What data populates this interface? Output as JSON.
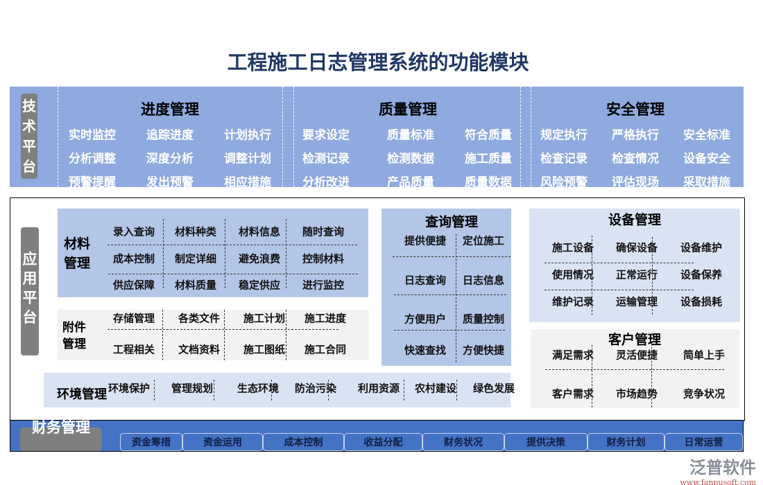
{
  "title": "工程施工日志管理系统的功能模块",
  "tech_platform": {
    "label": "技术平台",
    "modules": [
      {
        "title": "进度管理",
        "items": [
          "实时监控",
          "追踪进度",
          "计划执行",
          "分析调整",
          "深度分析",
          "调整计划",
          "预警提醒",
          "发出预警",
          "相应措施"
        ]
      },
      {
        "title": "质量管理",
        "items": [
          "要求设定",
          "质量标准",
          "符合质量",
          "检测记录",
          "检测数据",
          "施工质量",
          "分析改进",
          "产品质量",
          "质量数据"
        ]
      },
      {
        "title": "安全管理",
        "items": [
          "规定执行",
          "严格执行",
          "安全标准",
          "检查记录",
          "检查情况",
          "设备安全",
          "风险预警",
          "评估现场",
          "采取措施"
        ]
      }
    ]
  },
  "app_platform": {
    "label": "应用平台",
    "material": {
      "title": "材料管理",
      "items": [
        "录入查询",
        "材料种类",
        "材料信息",
        "随时查询",
        "成本控制",
        "制定详细",
        "避免浪费",
        "控制材料",
        "供应保障",
        "材料质量",
        "稳定供应",
        "进行监控"
      ]
    },
    "attachment": {
      "title": "附件管理",
      "items": [
        "存储管理",
        "各类文件",
        "施工计划",
        "施工进度",
        "工程相关",
        "文档资料",
        "施工图纸",
        "施工合同"
      ]
    },
    "environment": {
      "title": "环境管理",
      "items": [
        "环境保护",
        "管理规划",
        "生态环境",
        "防治污染",
        "利用资源",
        "农村建设",
        "绿色发展"
      ]
    },
    "query": {
      "title": "查询管理",
      "items": [
        "提供便捷",
        "定位施工",
        "日志查询",
        "日志信息",
        "方便用户",
        "质量控制",
        "快速查找",
        "方便快捷"
      ]
    },
    "equipment": {
      "title": "设备管理",
      "items": [
        "施工设备",
        "确保设备",
        "设备维护",
        "使用情况",
        "正常运行",
        "设备保养",
        "维护记录",
        "运输管理",
        "设备损耗"
      ]
    },
    "customer": {
      "title": "客户管理",
      "items": [
        "满足需求",
        "灵活便捷",
        "简单上手",
        "客户需求",
        "市场趋势",
        "竞争状况"
      ]
    }
  },
  "finance": {
    "label": "财务管理",
    "items": [
      "资金筹措",
      "资金运用",
      "成本控制",
      "收益分配",
      "财务状况",
      "提供决策",
      "财务计划",
      "日常运营"
    ]
  },
  "logo": {
    "name": "泛普软件",
    "url": "www.fanpusoft.com"
  },
  "colors": {
    "tech_band": "#8eaadf",
    "box_dark": "#b4c6e7",
    "box_light": "#dae3f3",
    "box_gray": "#f2f2f2",
    "finance": "#4472c4",
    "title": "#1f3864"
  }
}
